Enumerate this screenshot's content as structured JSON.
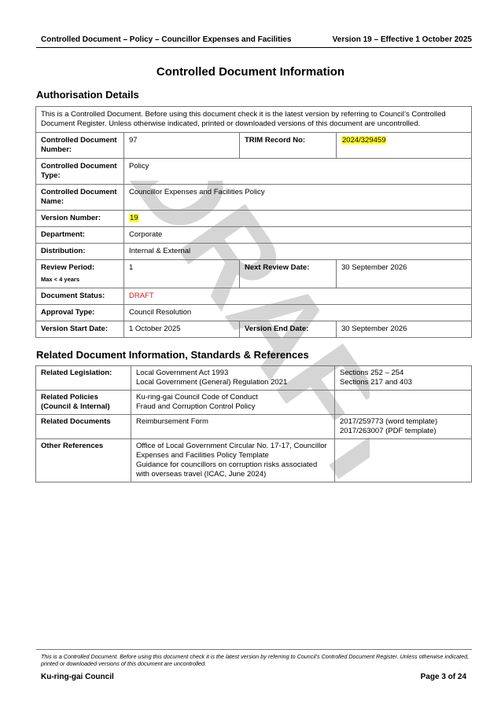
{
  "header": {
    "left": "Controlled Document – Policy – Councillor Expenses and Facilities",
    "right": "Version 19 – Effective 1 October 2025"
  },
  "watermark": "DRAFT",
  "title": "Controlled Document Information",
  "authorisation": {
    "heading": "Authorisation Details",
    "notice": "This is a Controlled Document.  Before using this document check it is the latest version by referring to Council’s Controlled Document Register.  Unless otherwise indicated, printed or downloaded versions of this document are uncontrolled.",
    "doc_number_label": "Controlled Document Number:",
    "doc_number": "97",
    "trim_label": "TRIM Record No:",
    "trim": "2024/329459",
    "type_label": "Controlled Document Type:",
    "type": "Policy",
    "name_label": "Controlled Document Name:",
    "name": "Councillor Expenses and Facilities Policy",
    "version_label": "Version Number:",
    "version": "19",
    "department_label": "Department:",
    "department": "Corporate",
    "distribution_label": "Distribution:",
    "distribution": "Internal & External",
    "review_label": "Review Period:",
    "review_sub": "Max < 4 years",
    "review": "1",
    "next_review_label": "Next Review Date:",
    "next_review": "30 September 2026",
    "status_label": "Document Status:",
    "status": "DRAFT",
    "approval_label": "Approval Type:",
    "approval": "Council Resolution",
    "start_label": "Version Start Date:",
    "start": "1 October 2025",
    "end_label": "Version End Date:",
    "end": "30 September 2026"
  },
  "related": {
    "heading": "Related Document Information, Standards & References",
    "rows": [
      {
        "label": "Related Legislation:",
        "items": [
          "Local Government Act 1993",
          "Local Government (General) Regulation 2021"
        ],
        "refs": [
          "Sections 252 – 254",
          "Sections 217 and 403"
        ]
      },
      {
        "label": "Related Policies (Council & Internal)",
        "items": [
          "Ku-ring-gai Council Code of Conduct",
          "Fraud and Corruption Control Policy"
        ],
        "refs": []
      },
      {
        "label": "Related Documents",
        "items": [
          "Reimbursement Form"
        ],
        "refs": [
          "2017/259773 (word template)",
          "2017/263007 (PDF template)"
        ]
      },
      {
        "label": "Other References",
        "items": [
          "Office of Local Government Circular No. 17-17, Councillor Expenses and Facilities Policy Template",
          "Guidance for councillors on corruption risks associated with overseas travel (ICAC, June 2024)"
        ],
        "refs": []
      }
    ]
  },
  "footer": {
    "note": "This is a Controlled Document.  Before using this document check it is the latest version by referring to Council’s Controlled Document Register.  Unless otherwise indicated, printed or downloaded versions of this document are uncontrolled.",
    "org": "Ku-ring-gai Council",
    "page": "Page 3 of 24"
  }
}
